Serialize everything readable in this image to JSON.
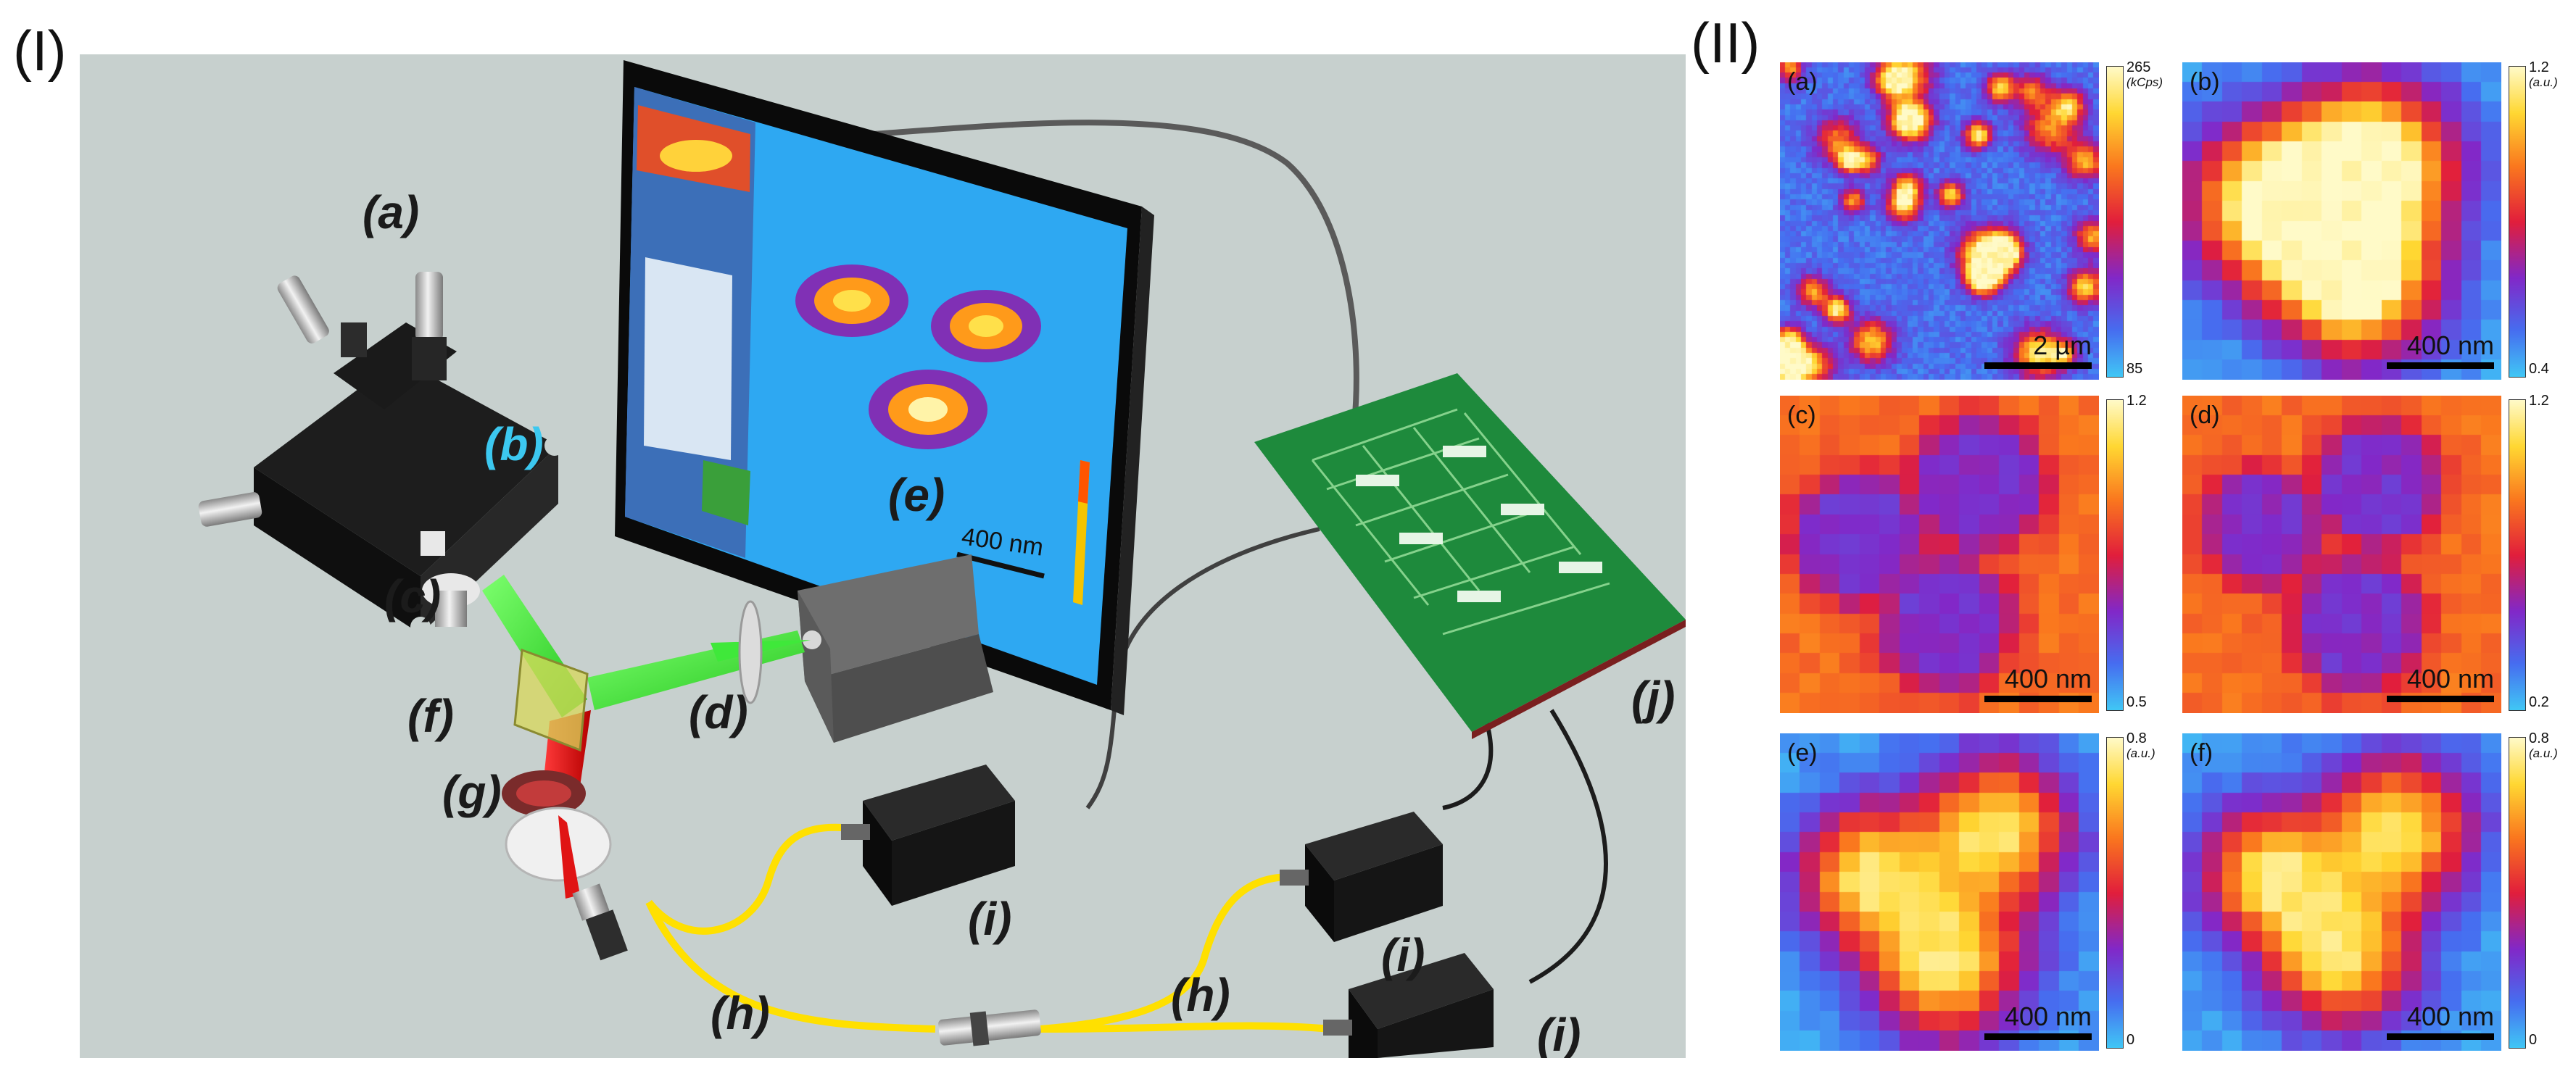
{
  "part_labels": {
    "left": "(I)",
    "right": "(II)"
  },
  "setup": {
    "labels": {
      "a": "(a)",
      "b": "(b)",
      "c": "(c)",
      "d": "(d)",
      "e": "(e)",
      "f": "(f)",
      "g": "(g)",
      "h1": "(h)",
      "h2": "(h)",
      "i1": "(i)",
      "i2": "(i)",
      "i3": "(i)",
      "j": "(j)"
    },
    "monitor_scale": "400 nm",
    "colors": {
      "background": "#c7d0ce",
      "green_beam": "#3fe83a",
      "red_beam": "#e01414",
      "fiber": "#ffe000",
      "label_b": "#3cc8f0",
      "pcb": "#1e8a3c"
    }
  },
  "panels": [
    {
      "letter": "(a)",
      "scale": "2 µm",
      "cmax": "265",
      "cunit": "(kCps)",
      "cmin": "85",
      "pattern": "dots"
    },
    {
      "letter": "(b)",
      "scale": "400 nm",
      "cmax": "1.2",
      "cunit": "(a.u.)",
      "cmin": "0.4",
      "pattern": "bright"
    },
    {
      "letter": "(c)",
      "scale": "400 nm",
      "cmax": "1.2",
      "cunit": "",
      "cmin": "0.5",
      "pattern": "dark"
    },
    {
      "letter": "(d)",
      "scale": "400 nm",
      "cmax": "1.2",
      "cunit": "",
      "cmin": "0.2",
      "pattern": "dark2"
    },
    {
      "letter": "(e)",
      "scale": "400 nm",
      "cmax": "0.8",
      "cunit": "(a.u.)",
      "cmin": "0",
      "pattern": "mid"
    },
    {
      "letter": "(f)",
      "scale": "400 nm",
      "cmax": "0.8",
      "cunit": "(a.u.)",
      "cmin": "0",
      "pattern": "mid2"
    }
  ]
}
